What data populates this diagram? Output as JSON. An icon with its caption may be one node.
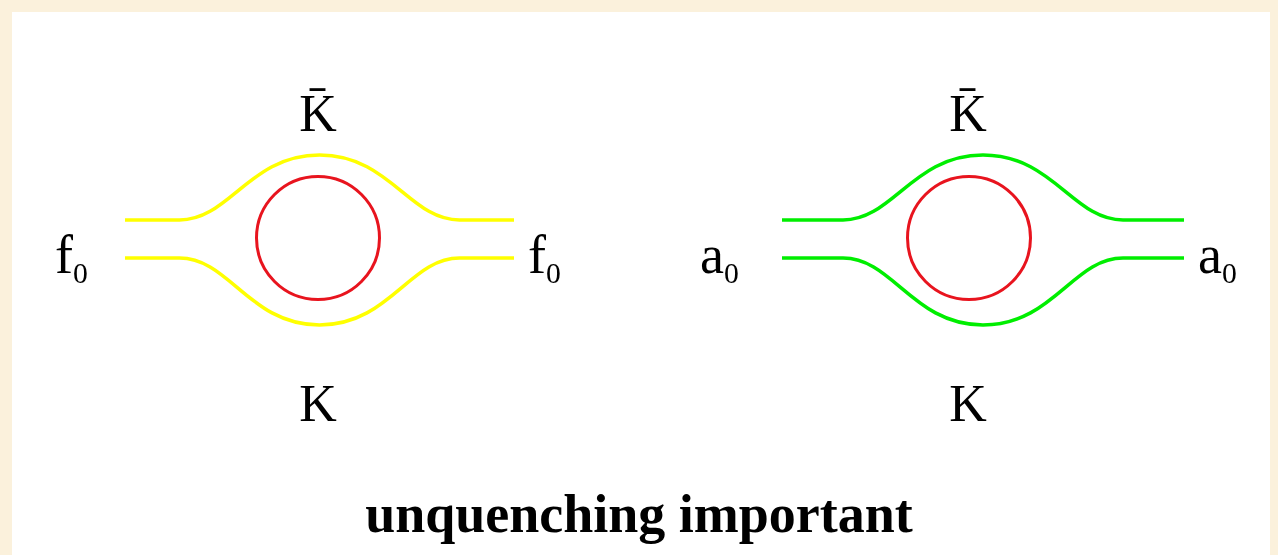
{
  "diagram": {
    "caption": "unquenching important",
    "nodes": [
      {
        "text": [
          "f$_{0}$"
        ]
      },
      {
        "text": [
          "f$_{0}$"
        ]
      },
      {
        "text": [],
        "shape": "circle"
      },
      {
        "text": [
          "a$_{0}$"
        ]
      },
      {
        "text": [
          "a$_{0}$"
        ]
      },
      {
        "text": [],
        "shape": "circle"
      }
    ],
    "edges": [
      {
        "from": 0,
        "to": 1,
        "arrow": "none",
        "color": "#ffff00"
      },
      {
        "from": 0,
        "to": 1,
        "arrow": "none",
        "color": "#ffff00"
      },
      {
        "from": 3,
        "to": 4,
        "arrow": "none",
        "color": "#00ee00"
      },
      {
        "from": 3,
        "to": 4,
        "arrow": "none",
        "color": "#00ee00"
      }
    ],
    "labels": [
      "K̄",
      "K̄",
      "K",
      "K"
    ]
  }
}
